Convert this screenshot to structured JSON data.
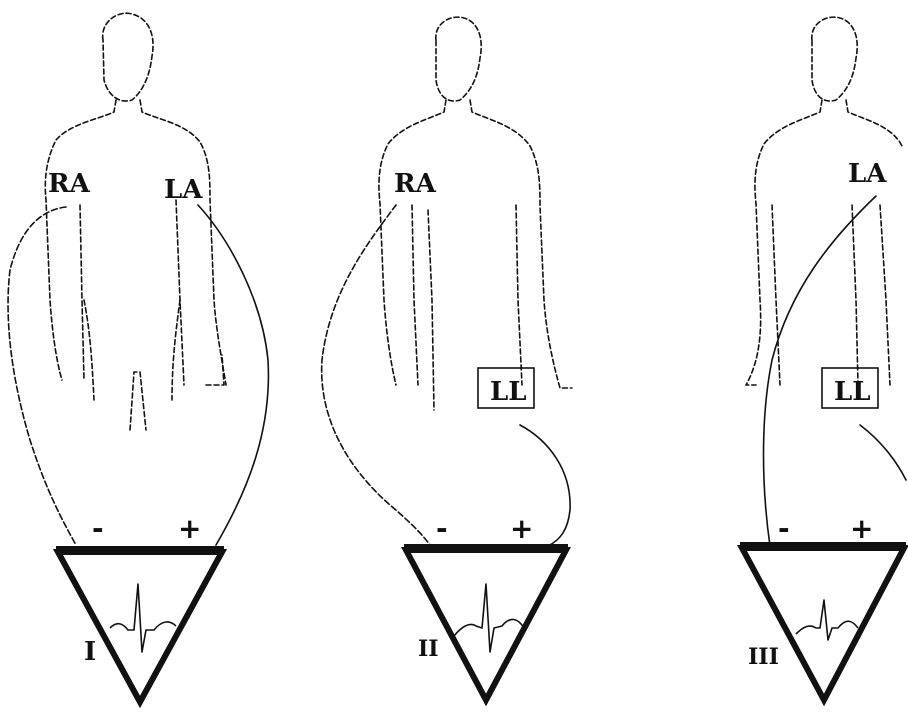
{
  "panels": [
    {
      "lead": "I",
      "electrodes": [
        "RA",
        "LA"
      ],
      "negative": "-",
      "positive": "+"
    },
    {
      "lead": "II",
      "electrodes": [
        "RA",
        "LL"
      ],
      "negative": "-",
      "positive": "+"
    },
    {
      "lead": "III",
      "electrodes": [
        "LA",
        "LL"
      ],
      "negative": "-",
      "positive": "+"
    }
  ]
}
